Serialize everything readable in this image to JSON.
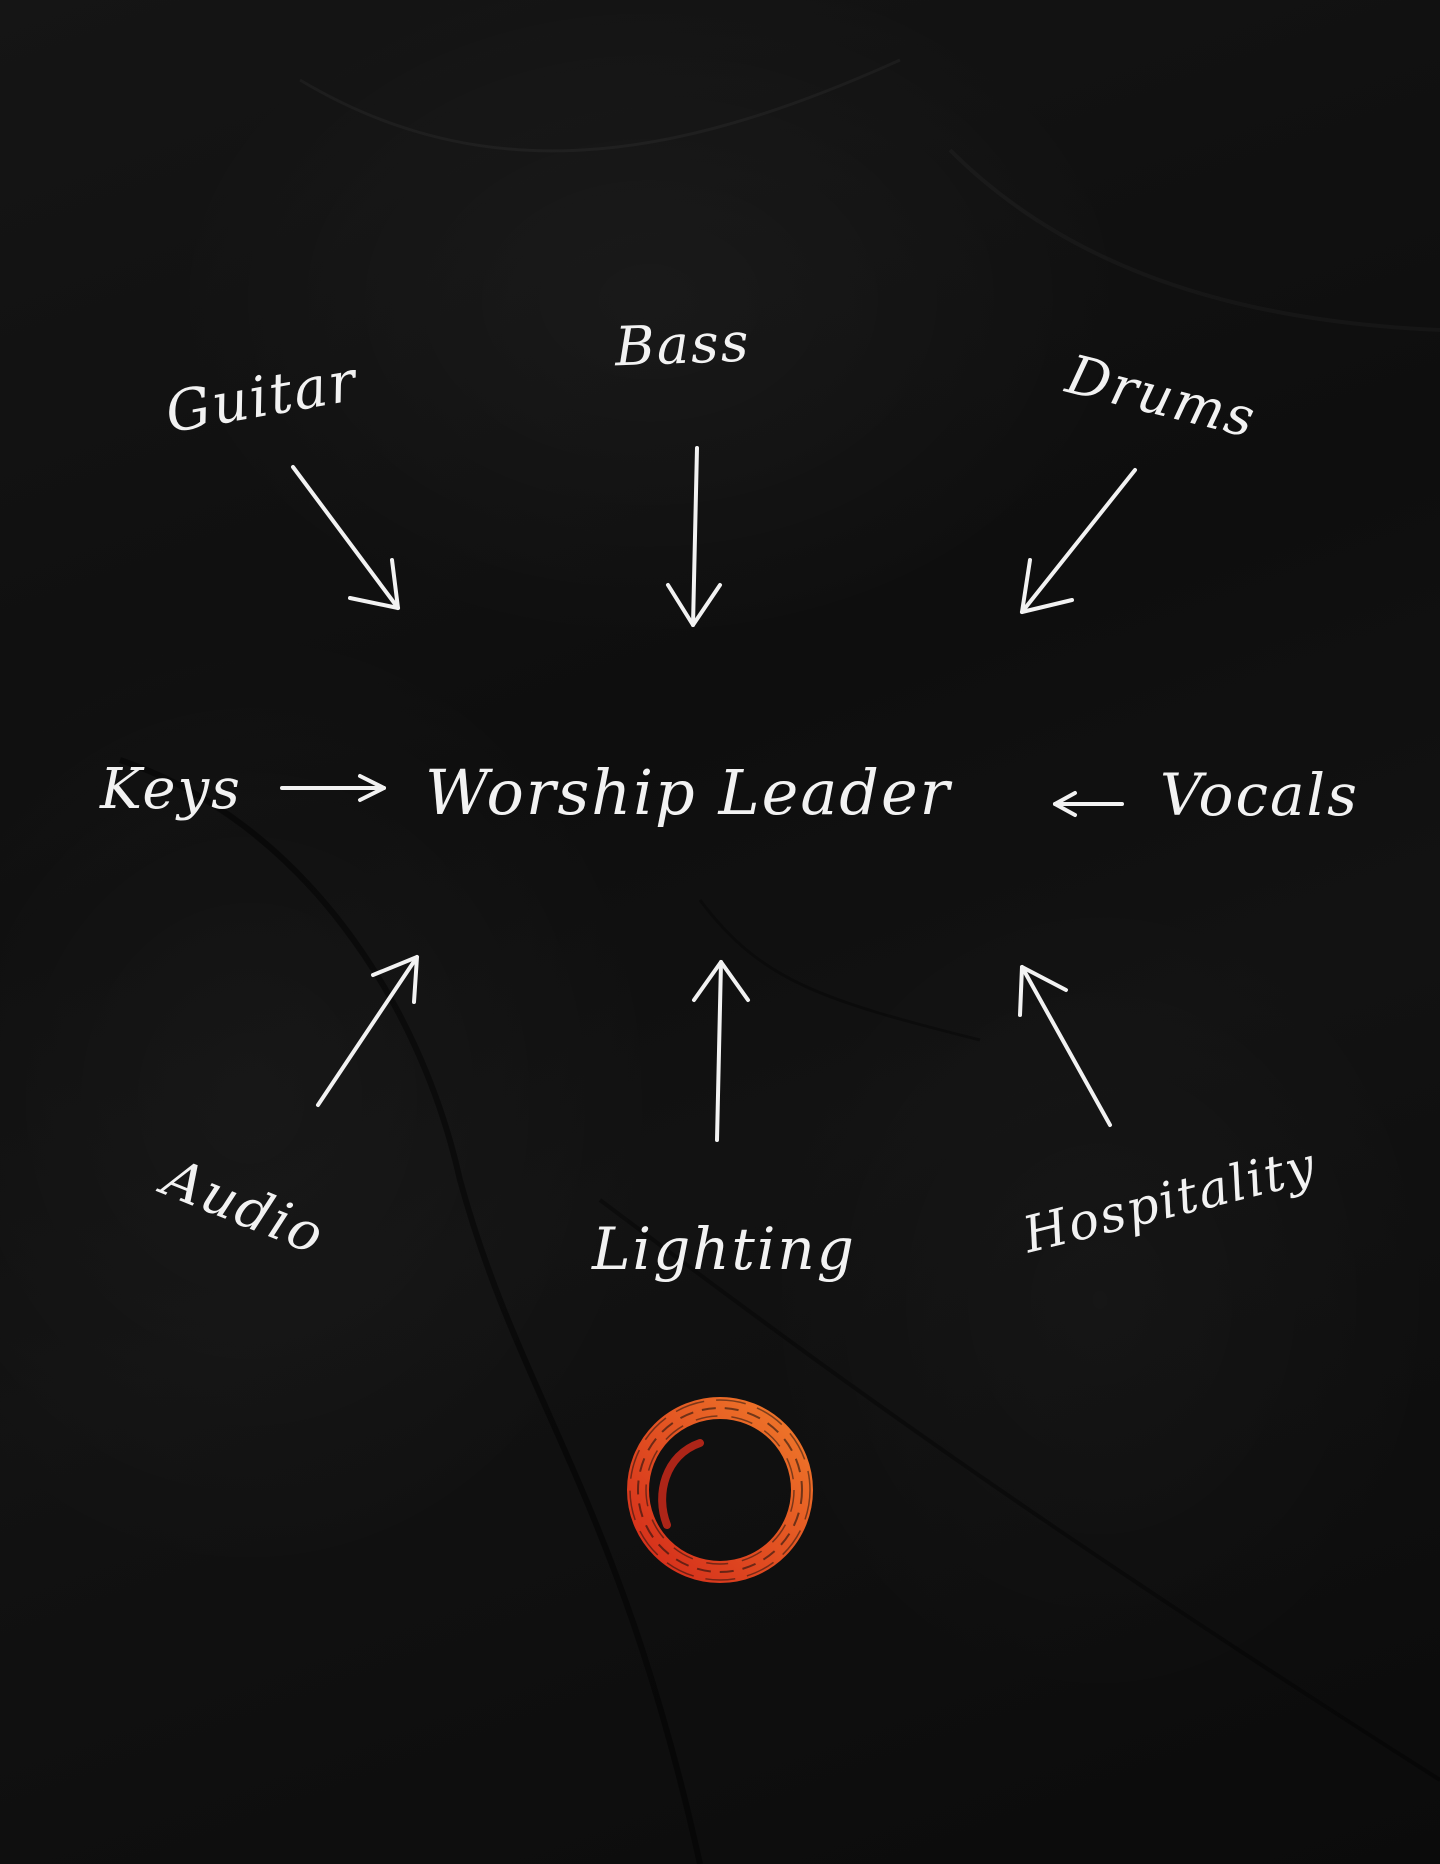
{
  "diagram": {
    "center": "Worship Leader",
    "roles": {
      "guitar": "Guitar",
      "bass": "Bass",
      "drums": "Drums",
      "keys": "Keys",
      "vocals": "Vocals",
      "audio": "Audio",
      "lighting": "Lighting",
      "hospitality": "Hospitality"
    },
    "edges": [
      {
        "from": "Guitar",
        "to": "Worship Leader"
      },
      {
        "from": "Bass",
        "to": "Worship Leader"
      },
      {
        "from": "Drums",
        "to": "Worship Leader"
      },
      {
        "from": "Keys",
        "to": "Worship Leader"
      },
      {
        "from": "Vocals",
        "to": "Worship Leader"
      },
      {
        "from": "Audio",
        "to": "Worship Leader"
      },
      {
        "from": "Lighting",
        "to": "Worship Leader"
      },
      {
        "from": "Hospitality",
        "to": "Worship Leader"
      }
    ]
  },
  "colors": {
    "background": "#0d0d0d",
    "ink": "#f2f2f2",
    "logo_inner": "#d42a1a",
    "logo_outer": "#f07a2a"
  },
  "logo": {
    "icon": "orange-brush-circle-logo"
  }
}
